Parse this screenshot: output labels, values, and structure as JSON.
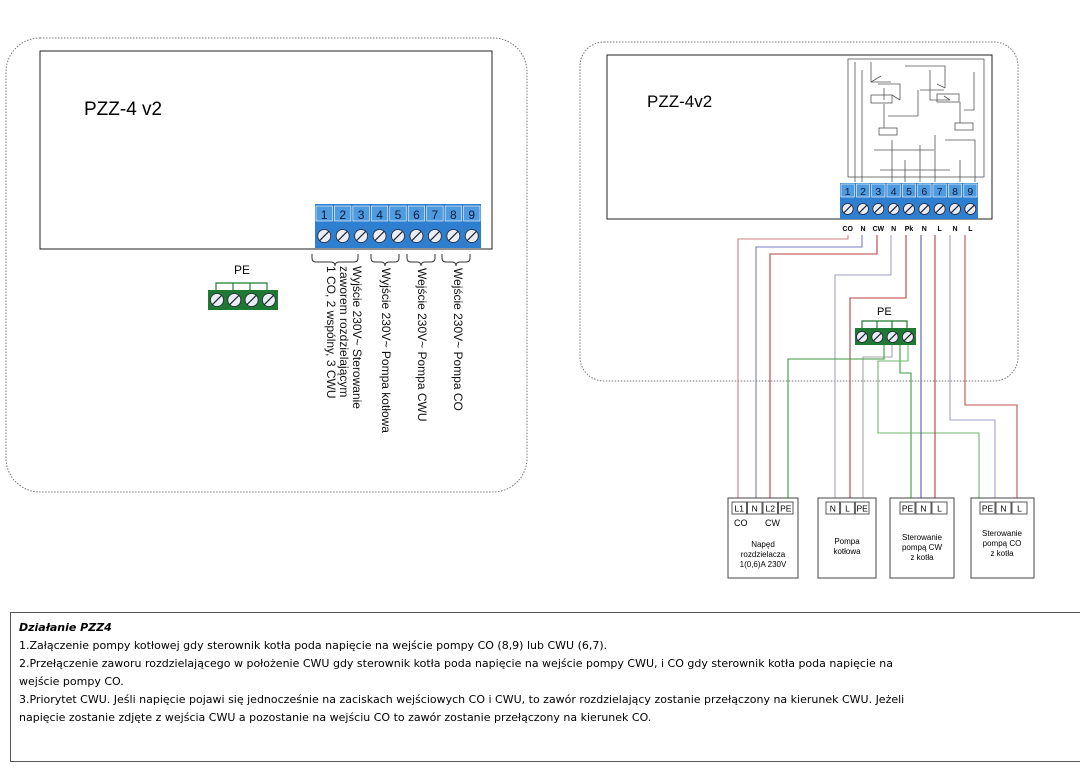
{
  "left_panel": {
    "title": "PZZ-4 v2",
    "terminals": [
      "1",
      "2",
      "3",
      "4",
      "5",
      "6",
      "7",
      "8",
      "9"
    ],
    "pe_label": "PE",
    "group_labels": [
      {
        "lines": [
          "Wyjście 230V~ Sterowanie",
          "zaworem rozdzielającym",
          "1 CO, 2 wspólny, 3 CWU"
        ]
      },
      {
        "lines": [
          "Wyjście 230V~ Pompa kotłowa"
        ]
      },
      {
        "lines": [
          "Wejście 230V~ Pompa CWU"
        ]
      },
      {
        "lines": [
          "Wejście 230V~ Pompa CO"
        ]
      }
    ]
  },
  "right_panel": {
    "title": "PZZ-4v2",
    "terminals": [
      "1",
      "2",
      "3",
      "4",
      "5",
      "6",
      "7",
      "8",
      "9"
    ],
    "terminal_codes": [
      "CO",
      "N",
      "CW",
      "N",
      "Pk",
      "N",
      "L",
      "N",
      "L"
    ],
    "pe_label": "PE",
    "boxes": [
      {
        "pins": [
          "L1",
          "N",
          "L2",
          "PE"
        ],
        "sub": [
          "CO",
          "CW"
        ],
        "desc": [
          "Napęd",
          "rozdzielacza",
          "1(0,6)A 230V"
        ]
      },
      {
        "pins": [
          "N",
          "L",
          "PE"
        ],
        "desc": [
          "Pompa",
          "kotłowa"
        ]
      },
      {
        "pins": [
          "PE",
          "N",
          "L"
        ],
        "desc": [
          "Sterowanie",
          "pompą CW",
          "z kotła"
        ]
      },
      {
        "pins": [
          "PE",
          "N",
          "L"
        ],
        "desc": [
          "Sterowanie",
          "pompą CO",
          "z kotła"
        ]
      }
    ]
  },
  "description": {
    "title": "Działanie PZZ4",
    "lines": [
      "1.Załączenie pompy kotłowej gdy sterownik kotła poda napięcie na wejście pompy CO (8,9) lub CWU (6,7).",
      "2.Przełączenie zaworu rozdzielającego w położenie CWU gdy sterownik kotła poda napięcie na wejście pompy CWU, i CO gdy sterownik kotła poda napięcie na",
      "wejście pompy CO.",
      "3.Priorytet CWU. Jeśli napięcie pojawi się jednocześnie na zaciskach wejściowych CO i CWU, to zawór rozdzielający zostanie przełączony na kierunek CWU. Jeżeli",
      "napięcie zostanie zdjęte z wejścia CWU a pozostanie na wejściu CO to zawór zostanie przełączony na kierunek CO."
    ]
  },
  "colors": {
    "terminal_blue": "#2f7fd0",
    "terminal_green": "#1e7a32",
    "wire_red": "#b94040",
    "wire_blue": "#5a5ab4",
    "wire_green": "#3f9a3f",
    "wire_grey": "#a7a7a7"
  }
}
